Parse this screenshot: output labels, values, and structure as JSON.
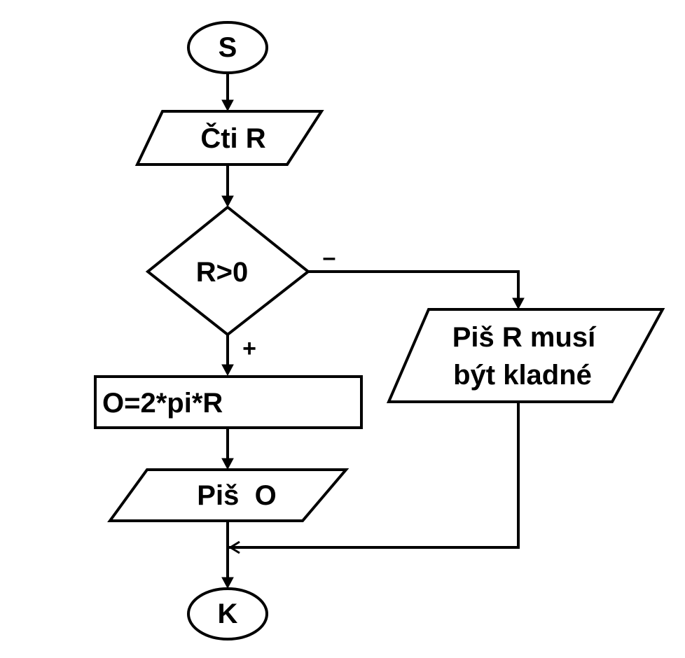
{
  "flowchart": {
    "start": {
      "label": "S"
    },
    "input": {
      "label": "Čti R"
    },
    "decision": {
      "label": "R>0",
      "no_label": "–",
      "yes_label": "+"
    },
    "process": {
      "label": "O=2*pi*R"
    },
    "output_result": {
      "label": "Piš  O"
    },
    "output_error": {
      "line1": "Piš R musí",
      "line2": "být kladné"
    },
    "end": {
      "label": "K"
    }
  },
  "colors": {
    "stroke": "#000000",
    "fill": "#ffffff",
    "text": "#000000"
  }
}
